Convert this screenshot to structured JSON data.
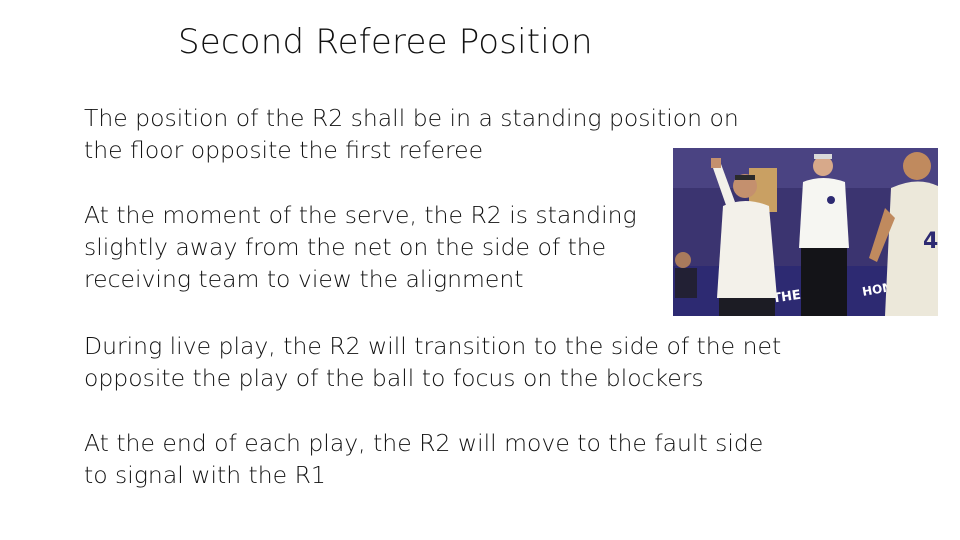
{
  "slide": {
    "title": "Second Referee Position",
    "paragraphs": [
      {
        "lines": [
          "The position of the R2 shall be in a standing position on",
          "the floor opposite the first referee"
        ]
      },
      {
        "lines": [
          "At the moment of the serve, the R2 is standing",
          "slightly away from the net on the side of the",
          "receiving team to view the alignment"
        ]
      },
      {
        "lines": [
          "During live play, the R2 will transition to the side of the net",
          "opposite the play of the ball to focus on the blockers"
        ]
      },
      {
        "lines": [
          "At the end of each play, the R2 will move to the fault side",
          "to signal with the R1"
        ]
      }
    ],
    "photo": {
      "banner_text_left": "S OF THE",
      "banner_text_right": "HOME O",
      "colors": {
        "wall": "#3b3470",
        "banner": "#2d2a72",
        "floor": "#d8c9a8"
      }
    }
  }
}
